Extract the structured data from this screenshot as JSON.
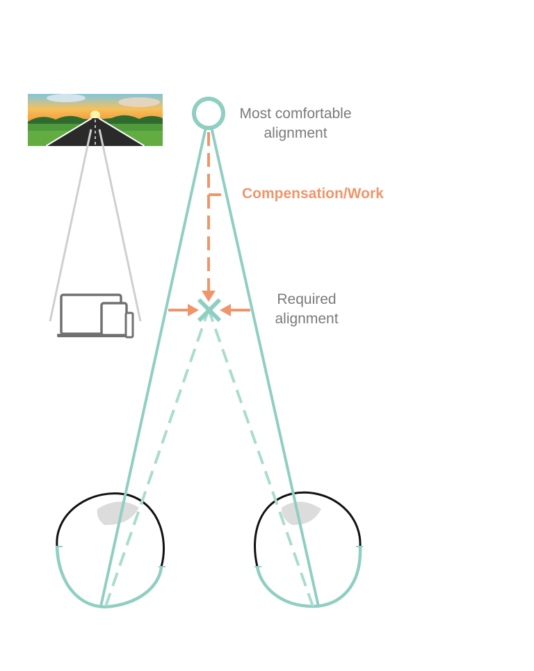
{
  "labels": {
    "most_comfortable_line1": "Most comfortable",
    "most_comfortable_line2": "alignment",
    "compensation": "Compensation/Work",
    "required_line1": "Required",
    "required_line2": "alignment"
  },
  "icons": {
    "scenery": "road-sunset-icon",
    "devices": "laptop-tablet-icon",
    "left_eye": "eye-icon",
    "right_eye": "eye-icon"
  },
  "colors": {
    "teal": "#8fcfc2",
    "orange": "#f0956a",
    "gray_text": "#7a7a7a",
    "gray_line": "#cfcfcf",
    "eye_outline": "#111111"
  }
}
